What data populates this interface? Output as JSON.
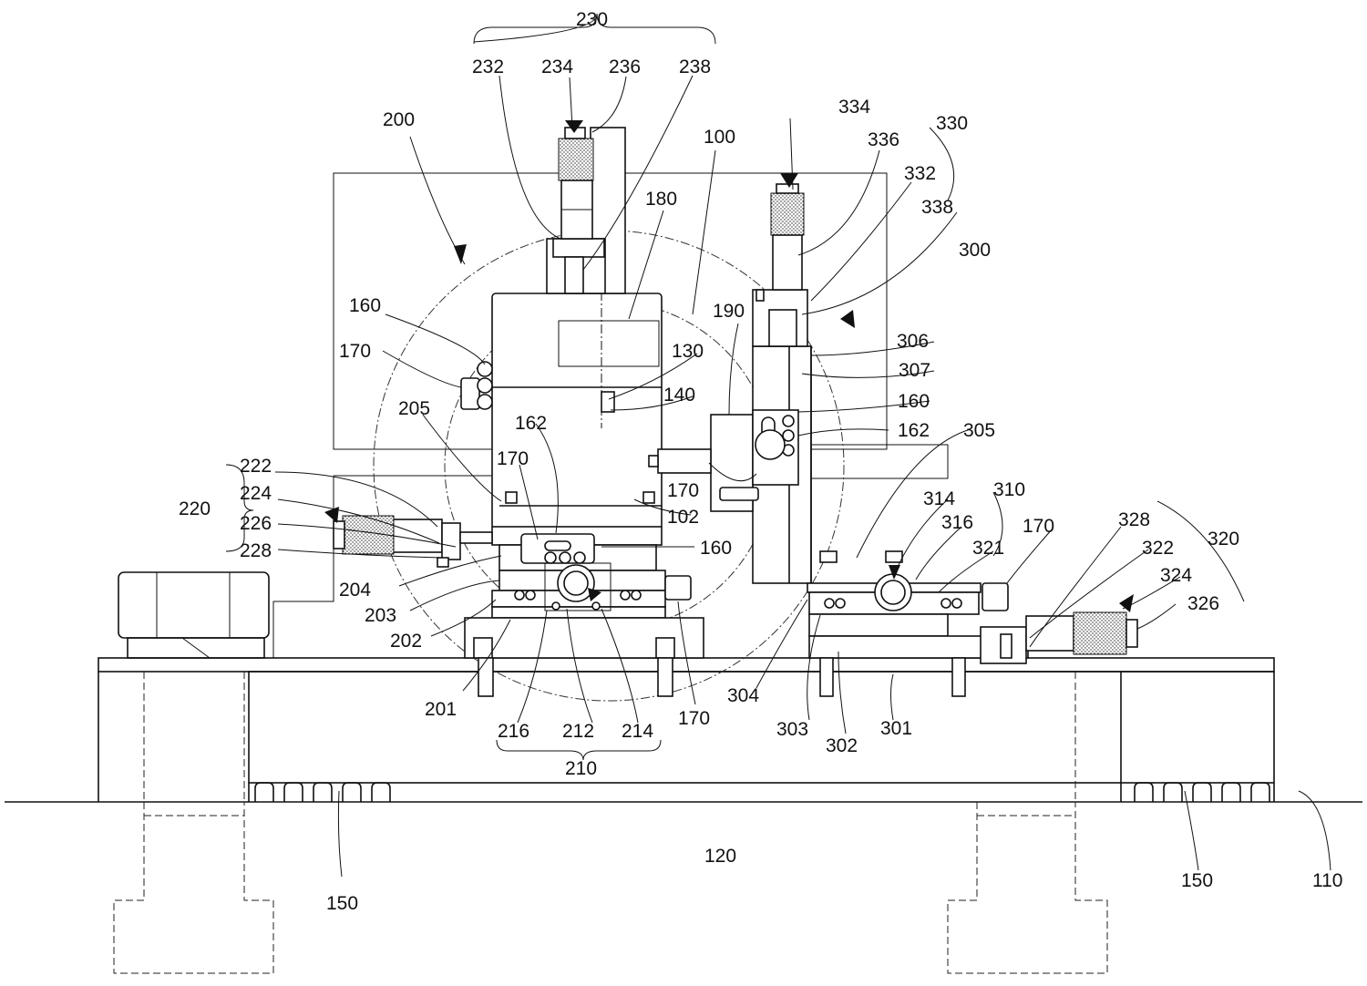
{
  "labels": {
    "l230": "230",
    "l232": "232",
    "l234": "234",
    "l236": "236",
    "l238": "238",
    "l200": "200",
    "l100": "100",
    "l180": "180",
    "l334": "334",
    "l336": "336",
    "l330": "330",
    "l332": "332",
    "l338": "338",
    "l300": "300",
    "l190": "190",
    "l160a": "160",
    "l170a": "170",
    "l130": "130",
    "l140": "140",
    "l306": "306",
    "l307": "307",
    "l160b": "160",
    "l162b": "162",
    "l205": "205",
    "l162a": "162",
    "l305": "305",
    "l170b": "170",
    "l170c": "170",
    "l102": "102",
    "l310": "310",
    "l222": "222",
    "l224": "224",
    "l220": "220",
    "l226": "226",
    "l228": "228",
    "l160c": "160",
    "l314": "314",
    "l316": "316",
    "l170d": "170",
    "l328": "328",
    "l321": "321",
    "l320": "320",
    "l322": "322",
    "l204": "204",
    "l324": "324",
    "l203": "203",
    "l326": "326",
    "l202": "202",
    "l201": "201",
    "l216": "216",
    "l212": "212",
    "l214": "214",
    "l170e": "170",
    "l304": "304",
    "l303": "303",
    "l302": "302",
    "l301": "301",
    "l210": "210",
    "l120": "120",
    "l150a": "150",
    "l150b": "150",
    "l110": "110"
  }
}
